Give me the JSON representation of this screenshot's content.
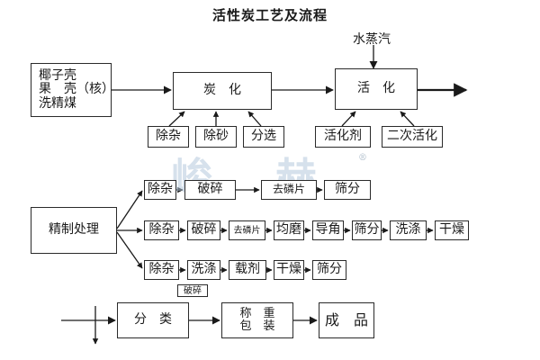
{
  "title": "活性炭工艺及流程",
  "steam_label": "水蒸汽",
  "raw_materials": [
    "椰子壳",
    "果　壳（核）",
    "洗精煤"
  ],
  "carbonization": {
    "label": "炭　化",
    "inputs": [
      "除杂",
      "除砂",
      "分选"
    ]
  },
  "activation": {
    "label": "活　化",
    "inputs": [
      "活化剂",
      "二次活化"
    ]
  },
  "refining": {
    "label": "精制处理",
    "line1": [
      "除杂",
      "破碎",
      "去磷片",
      "筛分"
    ],
    "line2": [
      "除杂",
      "破碎",
      "去磷片",
      "均磨",
      "导角",
      "筛分",
      "洗涤",
      "干燥"
    ],
    "line3": [
      "除杂",
      "洗涤",
      "载剂",
      "干燥",
      "筛分"
    ],
    "line3_sub": "破碎"
  },
  "final": {
    "classify": "分　类",
    "weigh_pack": [
      "称　重",
      "包　装"
    ],
    "product": "成　品"
  },
  "watermark": "峻　赫",
  "watermark_mark": "®"
}
